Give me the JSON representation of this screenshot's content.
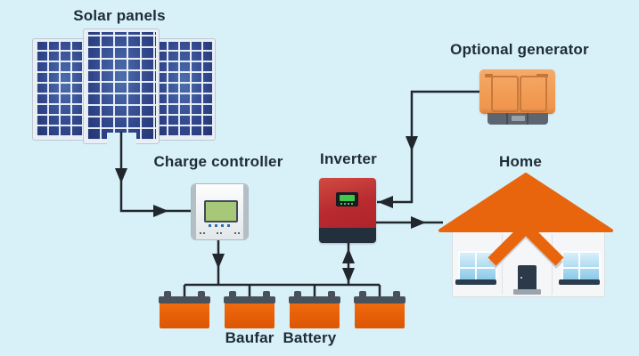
{
  "labels": {
    "solar_panels": "Solar panels",
    "charge_controller": "Charge controller",
    "inverter": "Inverter",
    "optional_generator": "Optional generator",
    "home": "Home",
    "battery": "Baufar  Battery"
  },
  "colors": {
    "background": "#d8f1f8",
    "wire": "#22272e",
    "text": "#1e2b38",
    "solar_blue": "#33498e",
    "inverter_red": "#b5242c",
    "inverter_base": "#242f3e",
    "roof_orange": "#e8650e",
    "battery_orange": "#e25c06",
    "generator_orange": "#f29d5d",
    "controller_screen": "#a6c878",
    "window_blue": "#a9d9f1"
  },
  "connections": [
    {
      "from": "solar-panels",
      "to": "charge-controller",
      "direction": "one-way"
    },
    {
      "from": "charge-controller",
      "to": "battery-bank",
      "direction": "one-way"
    },
    {
      "from": "inverter",
      "to": "battery-bank",
      "direction": "two-way"
    },
    {
      "from": "optional-generator",
      "to": "inverter",
      "direction": "one-way"
    },
    {
      "from": "inverter",
      "to": "home",
      "direction": "one-way"
    }
  ]
}
